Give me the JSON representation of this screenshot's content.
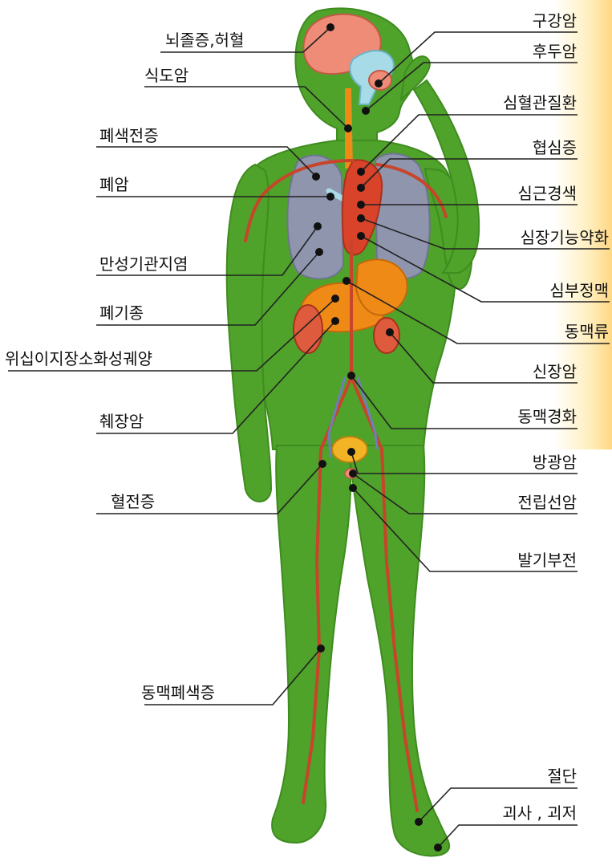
{
  "colors": {
    "body": "#4fa22a",
    "body_outline": "#3f8c1f",
    "brain": "#ee8c78",
    "artery": "#c8442a",
    "heart": "#d8432a",
    "lung": "#8e95ad",
    "liver": "#f08a16",
    "kidney": "#df5b3d",
    "airway": "#a7dbe8",
    "bladder": "#f2b324",
    "vein": "#6e7fb8",
    "leader": "#222222",
    "dot": "#111111"
  },
  "labels": {
    "brain": "뇌졸증,허혈",
    "esophagus": "식도암",
    "embolism": "폐색전증",
    "lung_cancer": "폐암",
    "bronchitis": "만성기관지염",
    "emphysema": "폐기종",
    "ulcer": "위십이지장소화성궤양",
    "pancreas": "췌장암",
    "thrombosis": "혈전증",
    "arterial_occlusion": "동맥폐색증",
    "oral": "구강암",
    "larynx": "후두암",
    "cardio": "심혈관질환",
    "angina": "협심증",
    "infarction": "심근경색",
    "heart_failure": "심장기능약화",
    "arrhythmia": "심부정맥",
    "aneurysm": "동맥류",
    "kidney": "신장암",
    "arteriosclerosis": "동맥경화",
    "bladder": "방광암",
    "prostate": "전립선암",
    "impotence": "발기부전",
    "amputation": "절단",
    "necrosis": "괴사 , 괴저"
  }
}
